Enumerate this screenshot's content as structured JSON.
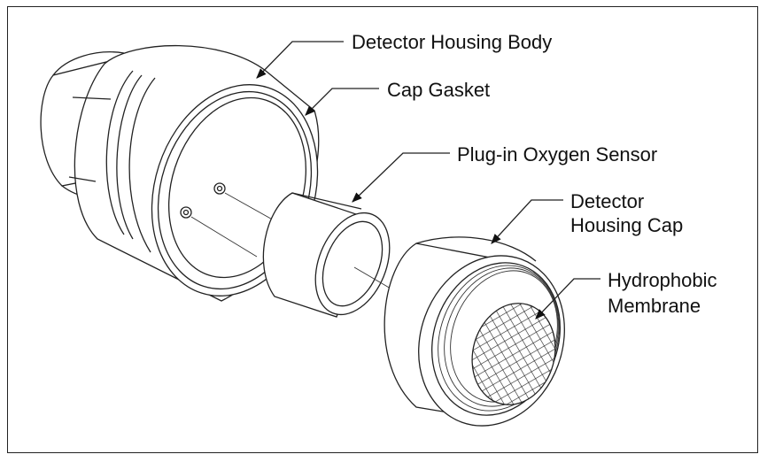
{
  "labels": {
    "detector_housing_body": "Detector Housing Body",
    "cap_gasket": "Cap Gasket",
    "plug_in_oxygen_sensor": "Plug-in Oxygen Sensor",
    "detector_housing_cap_line1": "Detector",
    "detector_housing_cap_line2": "Housing Cap",
    "hydrophobic_membrane_line1": "Hydrophobic",
    "hydrophobic_membrane_line2": "Membrane"
  }
}
